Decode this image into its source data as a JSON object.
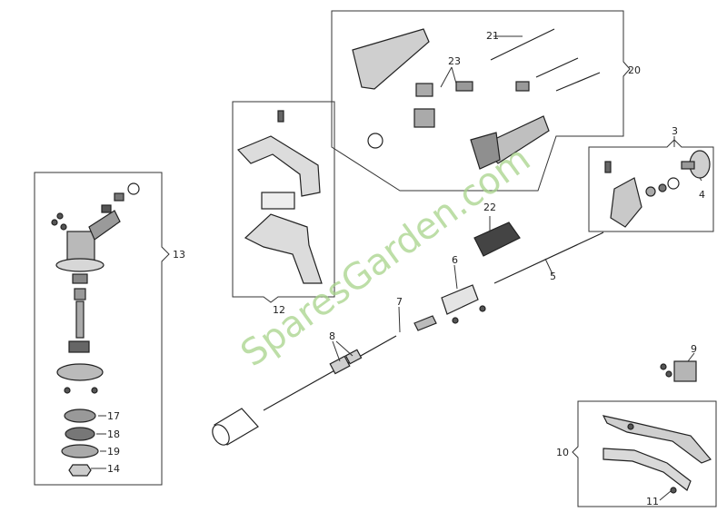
{
  "diagram": {
    "watermark": "SparesGarden.com",
    "callouts": {
      "c1": "3",
      "c2": "4",
      "c3": "5",
      "c4": "6",
      "c5": "7",
      "c6": "8",
      "c7": "9",
      "c8": "10",
      "c9": "11",
      "c10": "12",
      "c11": "13",
      "c12": "14",
      "c13": "17",
      "c14": "18",
      "c15": "19",
      "c16": "20",
      "c17": "21",
      "c18": "22",
      "c19": "23"
    }
  }
}
